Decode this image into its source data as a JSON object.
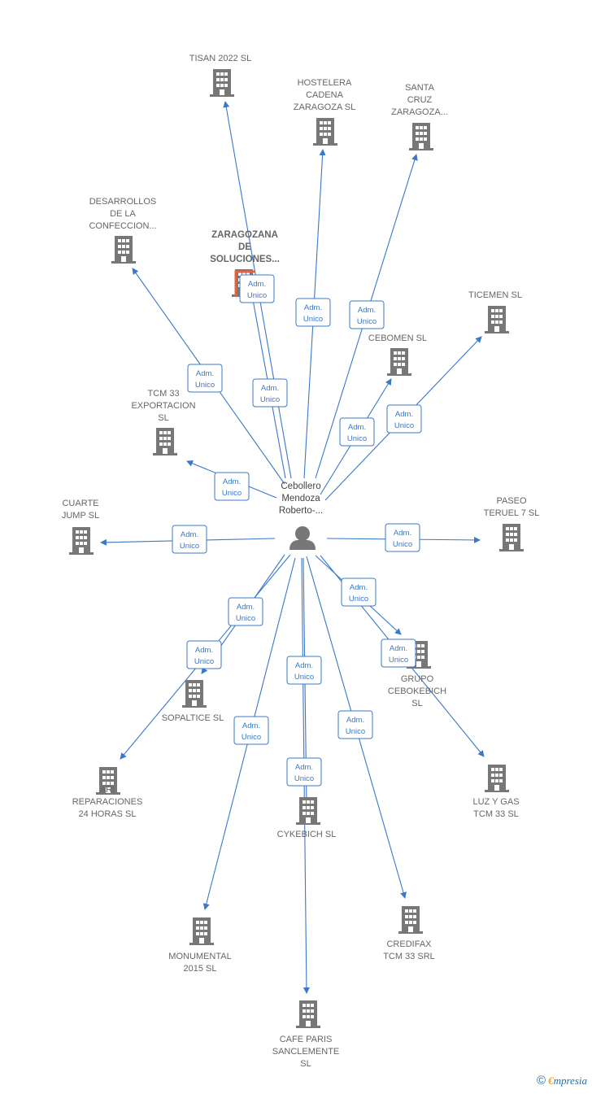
{
  "center": {
    "label_lines": [
      "Cebollero",
      "Mendoza",
      "Roberto-..."
    ],
    "icon": "person-icon"
  },
  "colors": {
    "edge": "#3a78c8",
    "building": "#777777",
    "highlight": "#e8603c",
    "label": "#666666"
  },
  "nodes": [
    {
      "id": "tisan",
      "label_lines": [
        "TISAN 2022  SL"
      ],
      "role": "Adm. Unico",
      "icon": "building-icon"
    },
    {
      "id": "hostelera",
      "label_lines": [
        "HOSTELERA",
        "CADENA",
        "ZARAGOZA SL"
      ],
      "role": "Adm. Unico",
      "icon": "building-icon"
    },
    {
      "id": "santacruz",
      "label_lines": [
        "SANTA",
        "CRUZ",
        "ZARAGOZA..."
      ],
      "role": "Adm. Unico",
      "icon": "building-icon"
    },
    {
      "id": "desarrollos",
      "label_lines": [
        "DESARROLLOS",
        "DE LA",
        "CONFECCION..."
      ],
      "role": "Adm. Unico",
      "icon": "building-icon"
    },
    {
      "id": "zaragozana",
      "label_lines": [
        "ZARAGOZANA",
        "DE",
        "SOLUCIONES..."
      ],
      "role": "Adm. Unico",
      "icon": "building-icon",
      "highlight": true
    },
    {
      "id": "ticemen",
      "label_lines": [
        "TICEMEN  SL"
      ],
      "role": "Adm. Unico",
      "icon": "building-icon"
    },
    {
      "id": "cebomen",
      "label_lines": [
        "CEBOMEN  SL"
      ],
      "role": "Adm. Unico",
      "icon": "building-icon"
    },
    {
      "id": "tcm33exp",
      "label_lines": [
        "TCM 33",
        "EXPORTACION",
        "SL"
      ],
      "role": "Adm. Unico",
      "icon": "building-icon"
    },
    {
      "id": "cuarte",
      "label_lines": [
        "CUARTE",
        "JUMP  SL"
      ],
      "role": "Adm. Unico",
      "icon": "building-icon"
    },
    {
      "id": "paseo",
      "label_lines": [
        "PASEO",
        "TERUEL 7  SL"
      ],
      "role": "Adm. Unico",
      "icon": "building-icon"
    },
    {
      "id": "grupo",
      "label_lines": [
        "GRUPO",
        "CEBOKEBICH",
        "SL"
      ],
      "role": "Adm. Unico",
      "icon": "building-icon"
    },
    {
      "id": "sopaltice",
      "label_lines": [
        "SOPALTICE  SL"
      ],
      "role": "Adm. Unico",
      "icon": "building-icon"
    },
    {
      "id": "ari",
      "label_lines": [
        "ARI",
        "REPARACIONES",
        "24 HORAS  SL"
      ],
      "role": "Adm. Unico",
      "icon": "building-icon"
    },
    {
      "id": "luzygas",
      "label_lines": [
        "LUZ Y GAS",
        "TCM 33  SL"
      ],
      "role": "Adm. Unico",
      "icon": "building-icon"
    },
    {
      "id": "cykebich",
      "label_lines": [
        "CYKEBICH  SL"
      ],
      "role": "Adm. Unico",
      "icon": "building-icon"
    },
    {
      "id": "monumental",
      "label_lines": [
        "MONUMENTAL",
        "2015  SL"
      ],
      "role": "Adm. Unico",
      "icon": "building-icon"
    },
    {
      "id": "credifax",
      "label_lines": [
        "CREDIFAX",
        "TCM 33 SRL"
      ],
      "role": "Adm. Unico",
      "icon": "building-icon"
    },
    {
      "id": "cafeparis",
      "label_lines": [
        "CAFE PARIS",
        "SANCLEMENTE",
        "SL"
      ],
      "role": "Adm. Unico",
      "icon": "building-icon"
    }
  ],
  "footer": {
    "copyright": "©",
    "brand_initial": "€",
    "brand_rest": "mpresia"
  }
}
